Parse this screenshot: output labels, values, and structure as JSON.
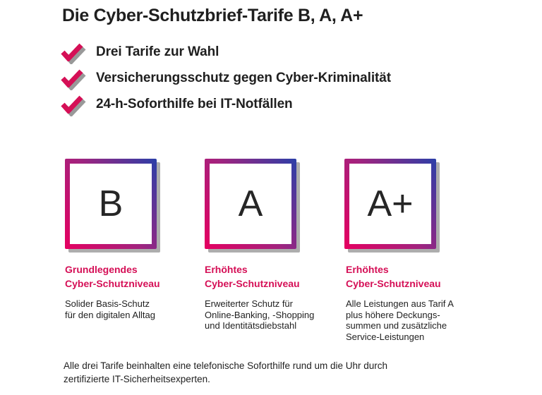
{
  "colors": {
    "magenta": "#d50f56",
    "gradient_pink": "#e60060",
    "gradient_purple": "#a0247f",
    "gradient_blue": "#2b3fa8",
    "text_dark": "#1f1f1f",
    "background": "#ffffff"
  },
  "title": "Die Cyber-Schutzbrief-Tarife B, A, A+",
  "checklist": [
    {
      "label": "Drei Tarife zur Wahl"
    },
    {
      "label": "Versicherungsschutz gegen Cyber-Kriminalität"
    },
    {
      "label": "24-h-Soforthilfe bei IT-Notfällen"
    }
  ],
  "tariffs": [
    {
      "grade": "B",
      "level": "Grundlegendes\nCyber-Schutzniveau",
      "description": "Solider Basis-Schutz\nfür den digitalen Alltag"
    },
    {
      "grade": "A",
      "level": "Erhöhtes\nCyber-Schutzniveau",
      "description": "Erweiterter Schutz für\nOnline-Banking, -Shopping\nund Identitätsdiebstahl"
    },
    {
      "grade": "A+",
      "level": "Erhöhtes\nCyber-Schutzniveau",
      "description": "Alle Leistungen aus Tarif A\nplus höhere Deckungs-\nsummen und zusätzliche\nService-Leistungen"
    }
  ],
  "footnote": "Alle drei Tarife beinhalten eine telefonische Soforthilfe rund um die Uhr durch\nzertifizierte IT-Sicherheitsexperten."
}
